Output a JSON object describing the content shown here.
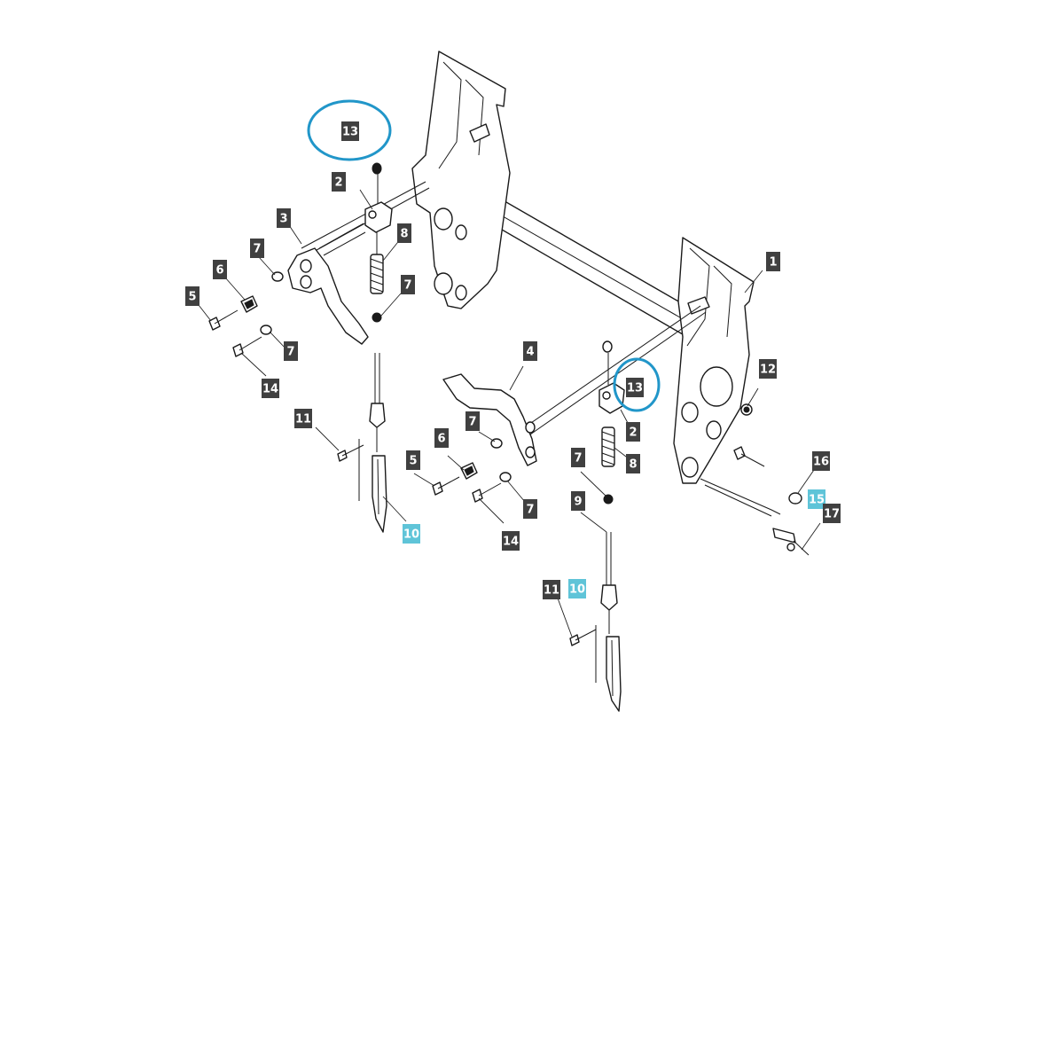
{
  "colors": {
    "callout_dark": "#404040",
    "callout_highlight": "#5fc4d8",
    "ring": "#2196c9",
    "line": "#1a1a1a"
  },
  "callouts": [
    {
      "id": "c13a",
      "label": "13",
      "style": "dark"
    },
    {
      "id": "c2a",
      "label": "2",
      "style": "dark"
    },
    {
      "id": "c3",
      "label": "3",
      "style": "dark"
    },
    {
      "id": "c8a",
      "label": "8",
      "style": "dark"
    },
    {
      "id": "c7a",
      "label": "7",
      "style": "dark"
    },
    {
      "id": "c6a",
      "label": "6",
      "style": "dark"
    },
    {
      "id": "c5a",
      "label": "5",
      "style": "dark"
    },
    {
      "id": "c7b",
      "label": "7",
      "style": "dark"
    },
    {
      "id": "c7c",
      "label": "7",
      "style": "dark"
    },
    {
      "id": "c14a",
      "label": "14",
      "style": "dark"
    },
    {
      "id": "c11a",
      "label": "11",
      "style": "dark"
    },
    {
      "id": "c10a",
      "label": "10",
      "style": "highlight"
    },
    {
      "id": "c1",
      "label": "1",
      "style": "dark"
    },
    {
      "id": "c4",
      "label": "4",
      "style": "dark"
    },
    {
      "id": "c13b",
      "label": "13",
      "style": "dark"
    },
    {
      "id": "c12",
      "label": "12",
      "style": "dark"
    },
    {
      "id": "c7d",
      "label": "7",
      "style": "dark"
    },
    {
      "id": "c2b",
      "label": "2",
      "style": "dark"
    },
    {
      "id": "c6b",
      "label": "6",
      "style": "dark"
    },
    {
      "id": "c5b",
      "label": "5",
      "style": "dark"
    },
    {
      "id": "c7e",
      "label": "7",
      "style": "dark"
    },
    {
      "id": "c8b",
      "label": "8",
      "style": "dark"
    },
    {
      "id": "c7f",
      "label": "7",
      "style": "dark"
    },
    {
      "id": "c14b",
      "label": "14",
      "style": "dark"
    },
    {
      "id": "c9",
      "label": "9",
      "style": "dark"
    },
    {
      "id": "c16",
      "label": "16",
      "style": "dark"
    },
    {
      "id": "c15",
      "label": "15",
      "style": "highlight"
    },
    {
      "id": "c17",
      "label": "17",
      "style": "dark"
    },
    {
      "id": "c11b",
      "label": "11",
      "style": "dark"
    },
    {
      "id": "c10b",
      "label": "10",
      "style": "highlight"
    }
  ],
  "highlighted_parts": [
    "13"
  ]
}
